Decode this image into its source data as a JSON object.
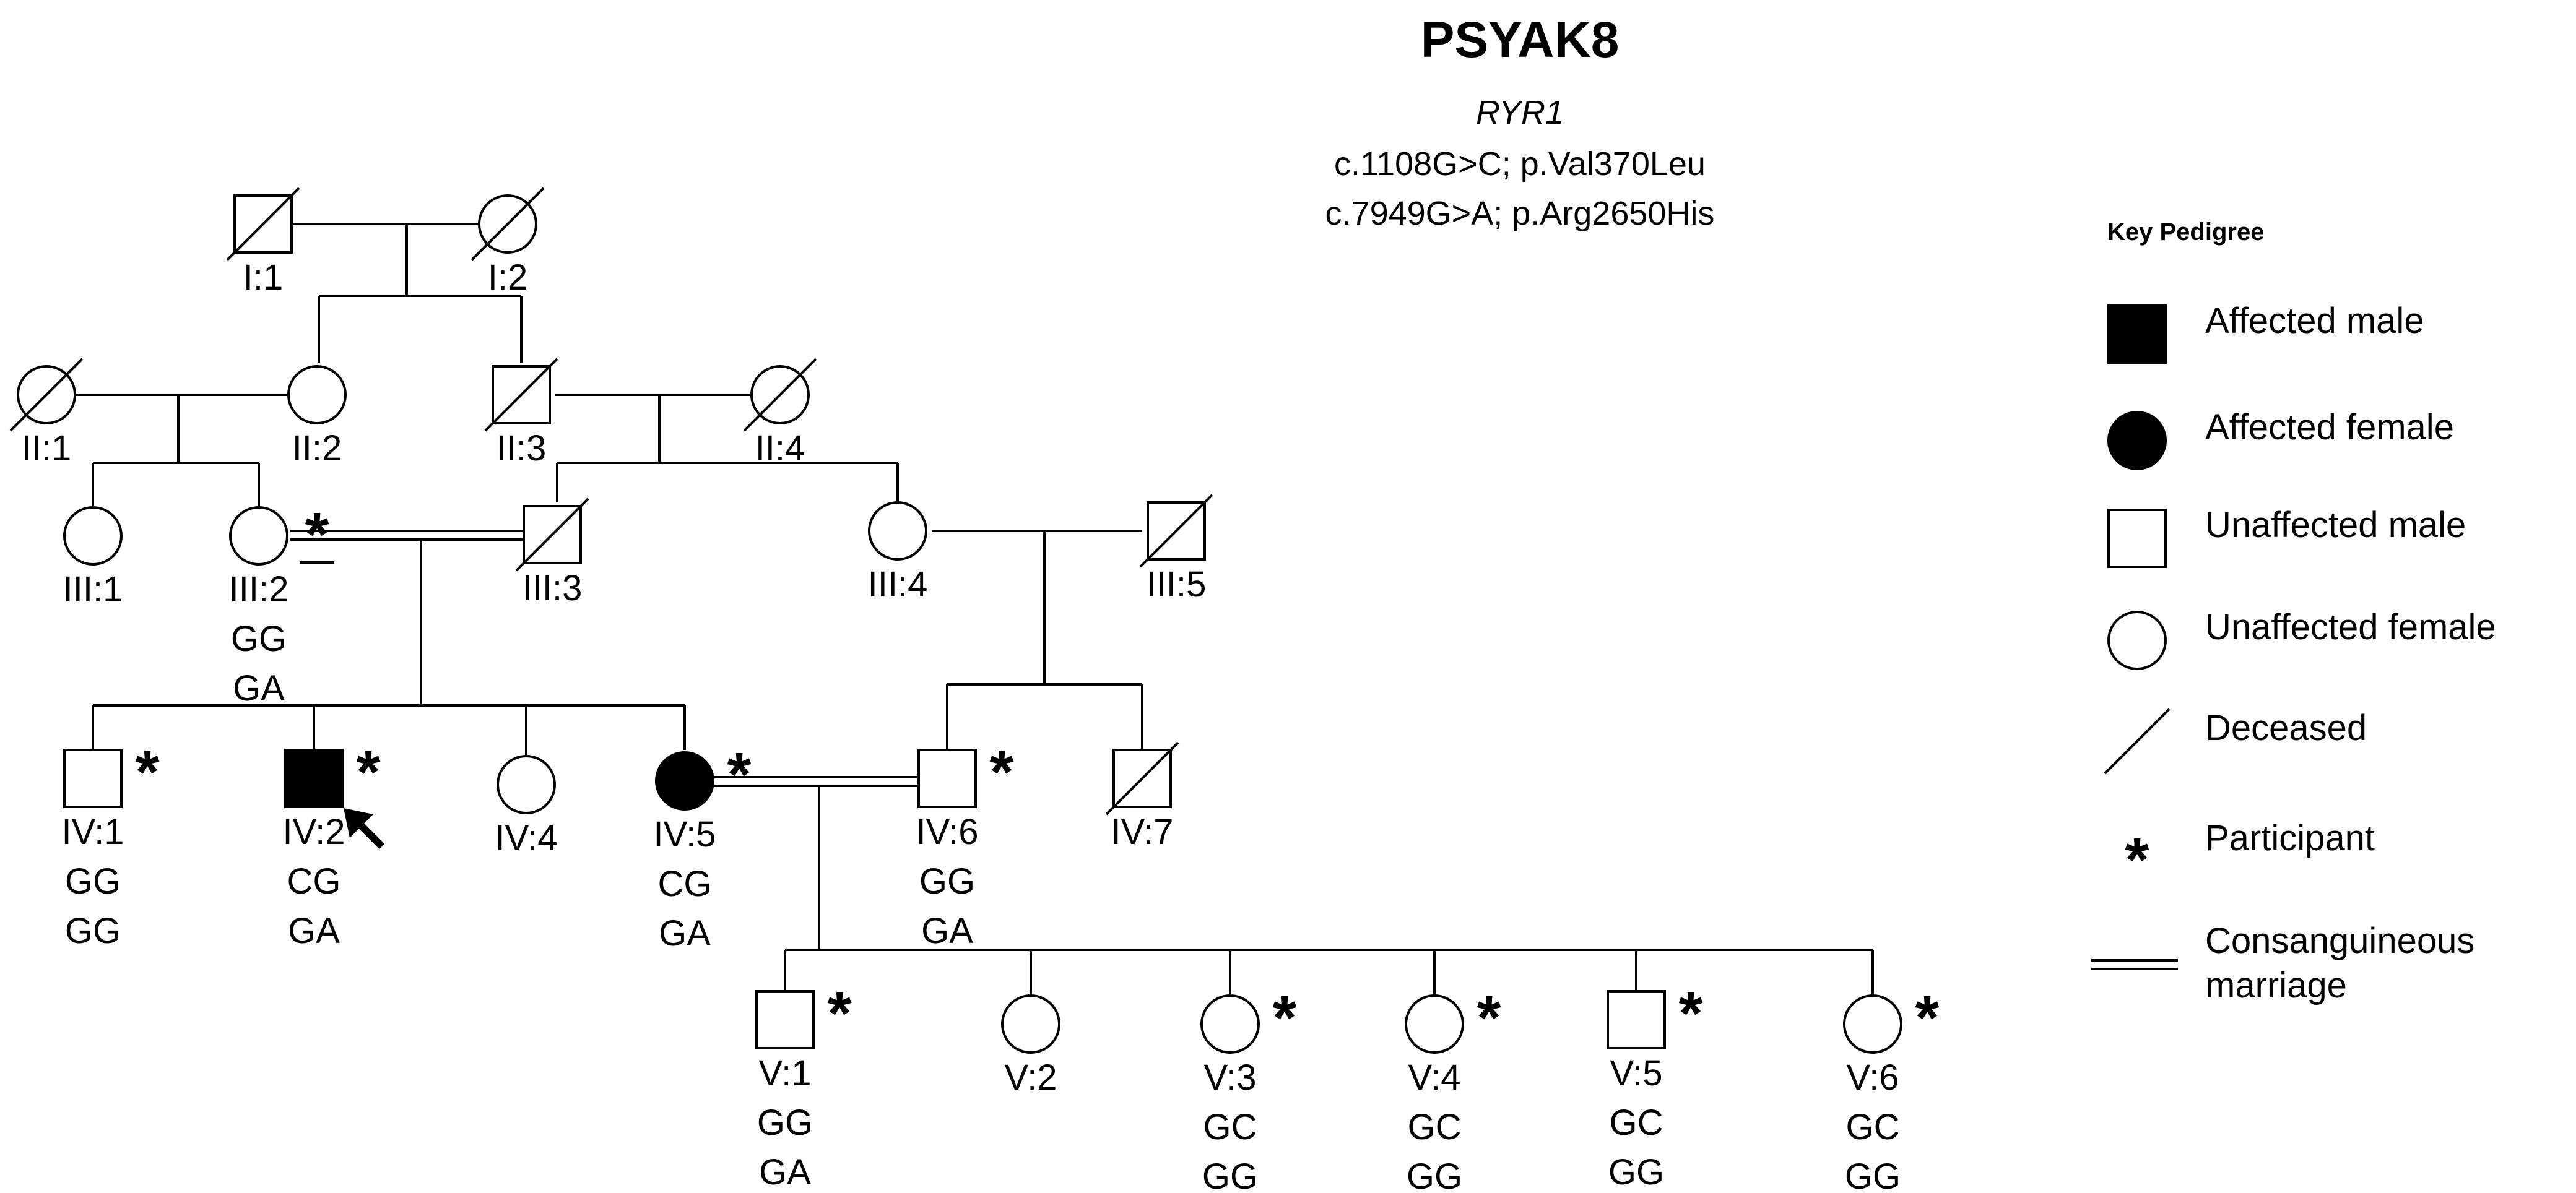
{
  "title": "PSYAK8",
  "gene": {
    "name": "RYR1",
    "variant1": "c.1108G>C; p.Val370Leu",
    "variant2": "c.7949G>A; p.Arg2650His"
  },
  "individuals": [
    {
      "id": "I:1",
      "sex": "male",
      "affected": false,
      "deceased": true,
      "participant": false,
      "proband": false,
      "genotypes": []
    },
    {
      "id": "I:2",
      "sex": "female",
      "affected": false,
      "deceased": true,
      "participant": false,
      "proband": false,
      "genotypes": []
    },
    {
      "id": "II:1",
      "sex": "female",
      "affected": false,
      "deceased": true,
      "participant": false,
      "proband": false,
      "genotypes": []
    },
    {
      "id": "II:2",
      "sex": "female",
      "affected": false,
      "deceased": false,
      "participant": false,
      "proband": false,
      "genotypes": []
    },
    {
      "id": "II:3",
      "sex": "male",
      "affected": false,
      "deceased": true,
      "participant": false,
      "proband": false,
      "genotypes": []
    },
    {
      "id": "II:4",
      "sex": "female",
      "affected": false,
      "deceased": true,
      "participant": false,
      "proband": false,
      "genotypes": []
    },
    {
      "id": "III:1",
      "sex": "female",
      "affected": false,
      "deceased": false,
      "participant": false,
      "proband": false,
      "genotypes": []
    },
    {
      "id": "III:2",
      "sex": "female",
      "affected": false,
      "deceased": false,
      "participant": true,
      "proband": false,
      "genotypes": [
        "GG",
        "GA"
      ]
    },
    {
      "id": "III:3",
      "sex": "male",
      "affected": false,
      "deceased": true,
      "participant": false,
      "proband": false,
      "genotypes": []
    },
    {
      "id": "III:4",
      "sex": "female",
      "affected": false,
      "deceased": false,
      "participant": false,
      "proband": false,
      "genotypes": []
    },
    {
      "id": "III:5",
      "sex": "male",
      "affected": false,
      "deceased": true,
      "participant": false,
      "proband": false,
      "genotypes": []
    },
    {
      "id": "IV:1",
      "sex": "male",
      "affected": false,
      "deceased": false,
      "participant": true,
      "proband": false,
      "genotypes": [
        "GG",
        "GG"
      ]
    },
    {
      "id": "IV:2",
      "sex": "male",
      "affected": true,
      "deceased": false,
      "participant": true,
      "proband": true,
      "genotypes": [
        "CG",
        "GA"
      ]
    },
    {
      "id": "IV:4",
      "sex": "female",
      "affected": false,
      "deceased": false,
      "participant": false,
      "proband": false,
      "genotypes": []
    },
    {
      "id": "IV:5",
      "sex": "female",
      "affected": true,
      "deceased": false,
      "participant": true,
      "proband": false,
      "genotypes": [
        "CG",
        "GA"
      ]
    },
    {
      "id": "IV:6",
      "sex": "male",
      "affected": false,
      "deceased": false,
      "participant": true,
      "proband": false,
      "genotypes": [
        "GG",
        "GA"
      ]
    },
    {
      "id": "IV:7",
      "sex": "male",
      "affected": false,
      "deceased": true,
      "participant": false,
      "proband": false,
      "genotypes": []
    },
    {
      "id": "V:1",
      "sex": "male",
      "affected": false,
      "deceased": false,
      "participant": true,
      "proband": false,
      "genotypes": [
        "GG",
        "GA"
      ]
    },
    {
      "id": "V:2",
      "sex": "female",
      "affected": false,
      "deceased": false,
      "participant": false,
      "proband": false,
      "genotypes": []
    },
    {
      "id": "V:3",
      "sex": "female",
      "affected": false,
      "deceased": false,
      "participant": true,
      "proband": false,
      "genotypes": [
        "GC",
        "GG"
      ]
    },
    {
      "id": "V:4",
      "sex": "female",
      "affected": false,
      "deceased": false,
      "participant": true,
      "proband": false,
      "genotypes": [
        "GC",
        "GG"
      ]
    },
    {
      "id": "V:5",
      "sex": "male",
      "affected": false,
      "deceased": false,
      "participant": true,
      "proband": false,
      "genotypes": [
        "GC",
        "GG"
      ]
    },
    {
      "id": "V:6",
      "sex": "female",
      "affected": false,
      "deceased": false,
      "participant": true,
      "proband": false,
      "genotypes": [
        "GC",
        "GG"
      ]
    }
  ],
  "marriages": [
    {
      "partners": [
        "I:1",
        "I:2"
      ],
      "consanguineous": false
    },
    {
      "partners": [
        "II:1",
        "II:2"
      ],
      "consanguineous": false
    },
    {
      "partners": [
        "II:3",
        "II:4"
      ],
      "consanguineous": false
    },
    {
      "partners": [
        "III:2",
        "III:3"
      ],
      "consanguineous": true
    },
    {
      "partners": [
        "III:4",
        "III:5"
      ],
      "consanguineous": false
    },
    {
      "partners": [
        "IV:5",
        "IV:6"
      ],
      "consanguineous": true
    }
  ],
  "key": {
    "title": "Key Pedigree",
    "items": [
      {
        "symbol": "affected-male",
        "label": "Affected male"
      },
      {
        "symbol": "affected-female",
        "label": "Affected female"
      },
      {
        "symbol": "unaffected-male",
        "label": "Unaffected male"
      },
      {
        "symbol": "unaffected-female",
        "label": "Unaffected female"
      },
      {
        "symbol": "deceased",
        "label": "Deceased"
      },
      {
        "symbol": "participant",
        "label": "Participant"
      },
      {
        "symbol": "consanguineous",
        "label": "Consanguineous marriage",
        "lines": [
          "Consanguineous",
          "marriage"
        ]
      }
    ]
  },
  "colors": {
    "line": "#000000",
    "affected_fill": "#000000",
    "background": "#ffffff"
  }
}
